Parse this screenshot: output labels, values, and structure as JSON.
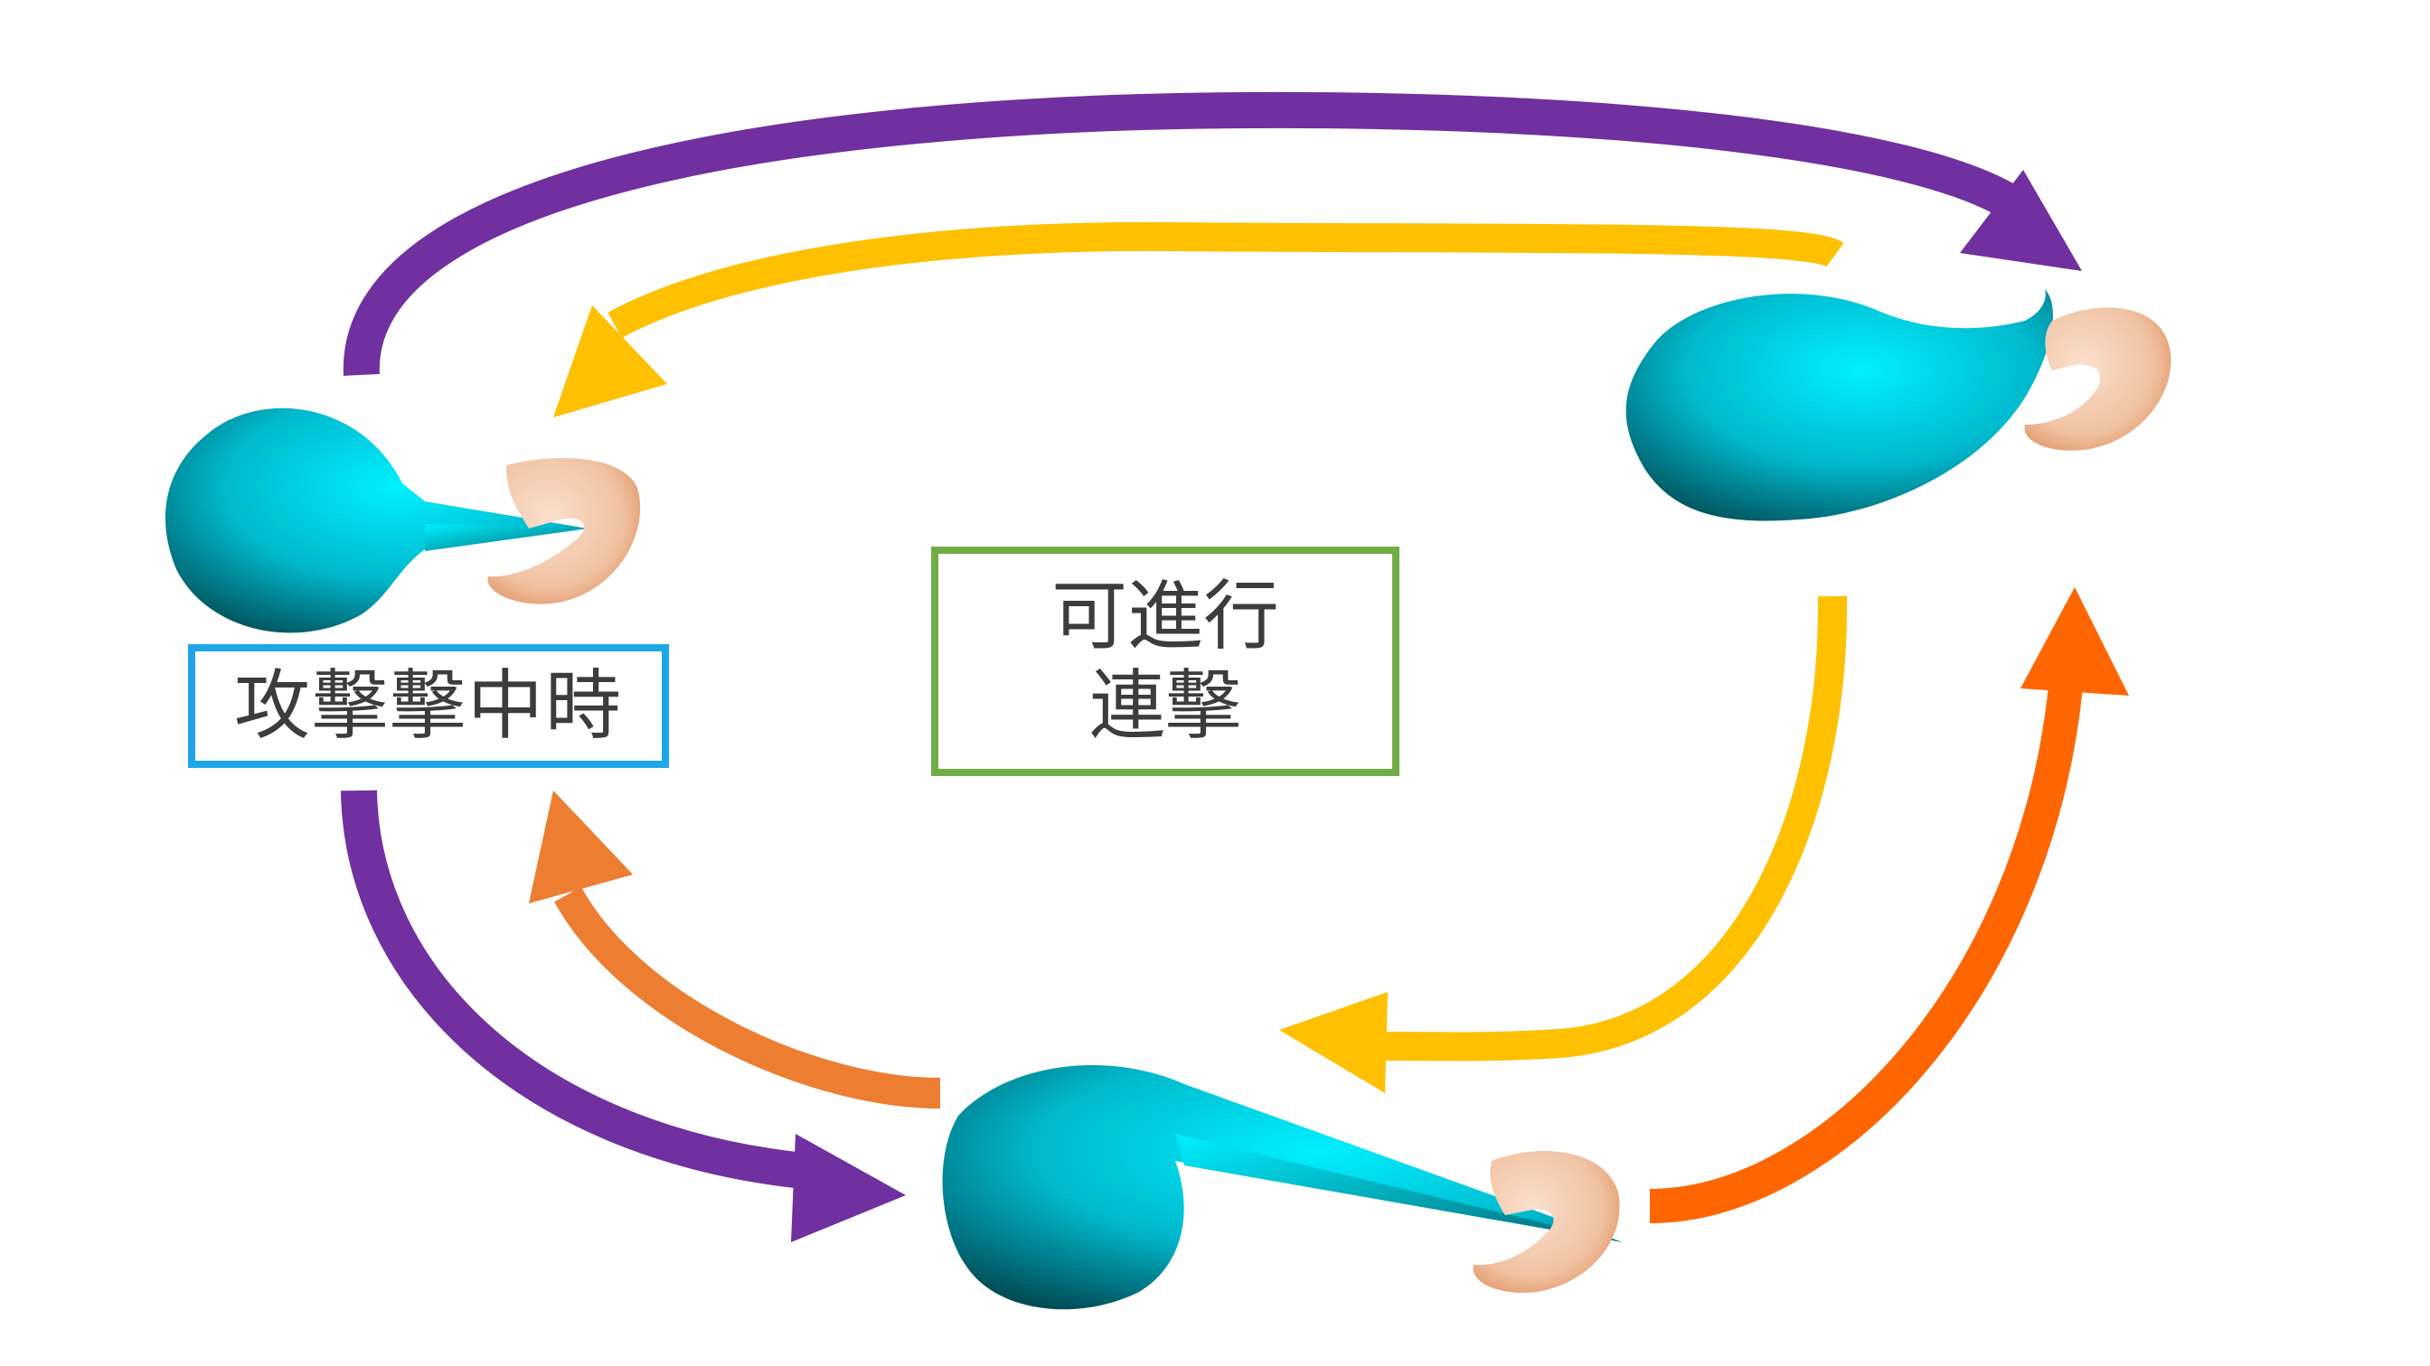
{
  "labels": {
    "hit_time": "攻擊擊中時",
    "combo_line1": "可進行",
    "combo_line2": "連擊"
  },
  "colors": {
    "purple_arrow": "#7030a0",
    "yellow_arrow": "#ffc000",
    "orange_arrow": "#ed7d31",
    "deep_orange_arrow": "#ff6600",
    "label_border_blue": "#1ea7e8",
    "label_border_green": "#70ad47",
    "body_cyan": "#00e5ff",
    "target_skin": "#f2c7a8"
  },
  "icons": [
    "cyan-creature-icon",
    "target-ear-icon"
  ]
}
